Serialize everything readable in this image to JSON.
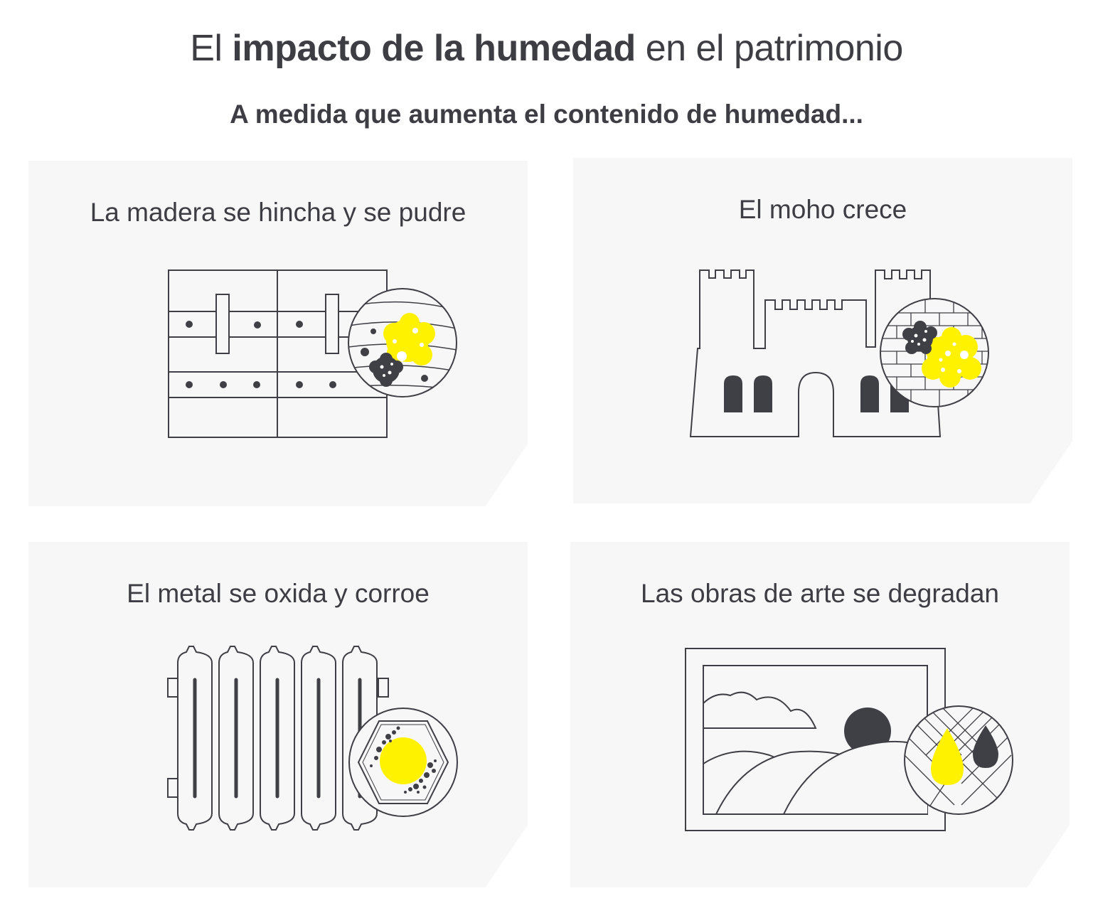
{
  "header": {
    "title_prefix": "El ",
    "title_bold": "impacto de la humedad",
    "title_suffix": " en el patrimonio",
    "subtitle": "A medida que aumenta el contenido de humedad..."
  },
  "cards": [
    {
      "label": "La madera se hincha y se pudre",
      "icon": "wooden-door-icon"
    },
    {
      "label": "El moho crece",
      "icon": "castle-icon"
    },
    {
      "label": "El metal se oxida y corroe",
      "icon": "radiator-icon"
    },
    {
      "label": "Las obras de arte se degradan",
      "icon": "framed-painting-icon"
    }
  ],
  "colors": {
    "text": "#3d3d44",
    "line": "#3f3f46",
    "accent_yellow": "#fff200",
    "dark": "#3f3f46",
    "card_background": "#f7f7f7"
  }
}
